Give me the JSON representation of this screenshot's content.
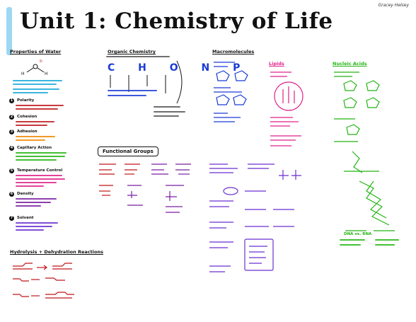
{
  "title": "Unit 1: Chemistry of Life",
  "author": "Gracey Helsey",
  "water": {
    "heading": "Properties of Water",
    "items": [
      {
        "n": "1",
        "label": "Polarity"
      },
      {
        "n": "2",
        "label": "Cohesion"
      },
      {
        "n": "3",
        "label": "Adhesion"
      },
      {
        "n": "4",
        "label": "Capillary Action"
      },
      {
        "n": "5",
        "label": "Temperature Control"
      },
      {
        "n": "6",
        "label": "Density"
      },
      {
        "n": "7",
        "label": "Solvent"
      }
    ]
  },
  "organic": {
    "heading": "Organic Chemistry",
    "elements": "C H O N P"
  },
  "functional_groups": {
    "heading": "Functional Groups"
  },
  "macromolecules": {
    "heading": "Macromolecules"
  },
  "lipids": {
    "heading": "Lipids"
  },
  "nucleic": {
    "heading": "Nucleic Acids",
    "dna_rna": "DNA vs. RNA"
  },
  "hydrolysis": {
    "heading": "Hydrolysis + Dehydration Reactions"
  },
  "colors": {
    "blue": "#1a3bd6",
    "cyan": "#18a9d8",
    "red": "#c0161b",
    "orange": "#f08a00",
    "pink": "#e0218a",
    "green": "#22b512",
    "purple": "#7a1fa2",
    "violet": "#6b2fd0"
  }
}
